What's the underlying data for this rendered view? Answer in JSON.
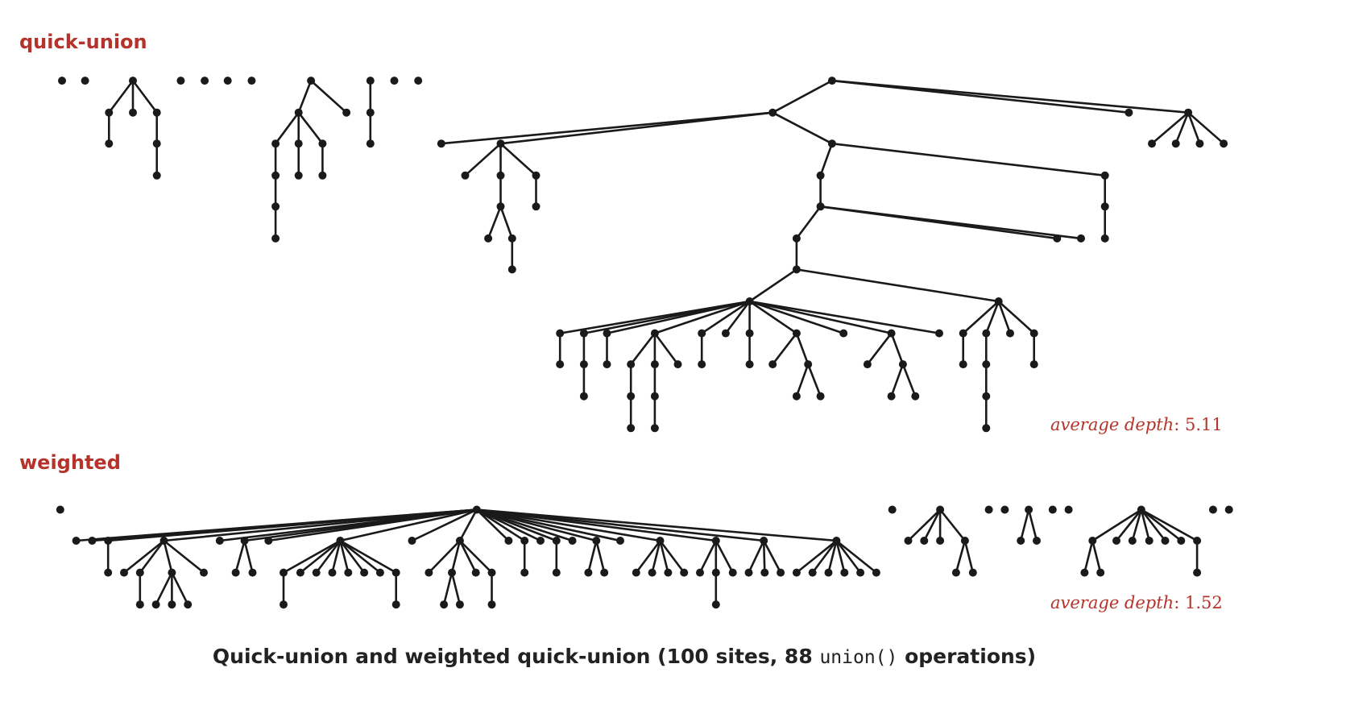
{
  "labels": {
    "quick_union": "quick-union",
    "weighted": "weighted"
  },
  "quick_union_stats": {
    "label": "average depth",
    "value": "5.11"
  },
  "weighted_stats": {
    "label": "average depth",
    "value": "1.52"
  },
  "caption": {
    "prefix": "Quick-union and weighted quick-union (100 sites, 88 ",
    "code": "union()",
    "suffix": " operations)"
  },
  "colors": {
    "label": "#b5332a",
    "tree": "#1a1a1a"
  }
}
